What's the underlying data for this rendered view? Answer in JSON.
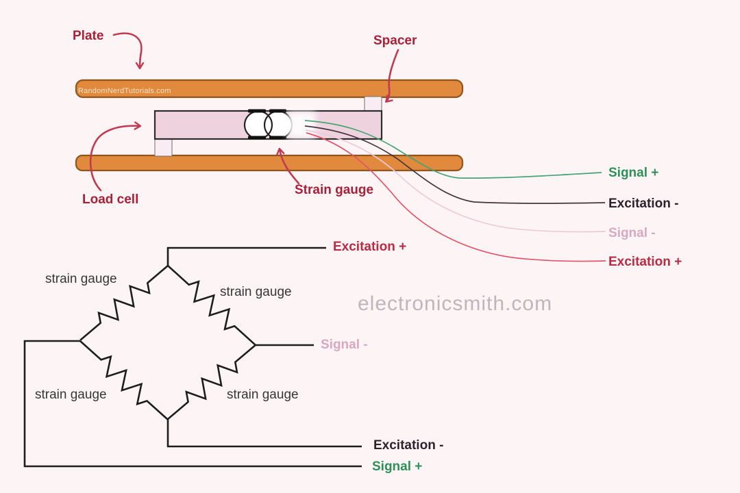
{
  "site_watermark": "electronicsmith.com",
  "load_cell_assembly": {
    "plate_label": "Plate",
    "spacer_label": "Spacer",
    "load_cell_label": "Load cell",
    "strain_gauge_label": "Strain gauge",
    "plate_brand_text": "RandomNerdTutorials.com",
    "wires": [
      {
        "label": "Signal +",
        "color": "#2e8f58"
      },
      {
        "label": "Excitation -",
        "color": "#2a242a"
      },
      {
        "label": "Signal -",
        "color": "#d7a8bf"
      },
      {
        "label": "Excitation +",
        "color": "#ba2a42"
      }
    ]
  },
  "wheatstone_bridge": {
    "resistors": [
      {
        "label": "strain gauge",
        "position": "top-left"
      },
      {
        "label": "strain gauge",
        "position": "top-right"
      },
      {
        "label": "strain gauge",
        "position": "bottom-left"
      },
      {
        "label": "strain gauge",
        "position": "bottom-right"
      }
    ],
    "terminals": [
      {
        "label": "Excitation +",
        "color": "#ba2a42"
      },
      {
        "label": "Signal -",
        "color": "#d7a8bf"
      },
      {
        "label": "Excitation -",
        "color": "#2a242a"
      },
      {
        "label": "Signal +",
        "color": "#2e8f58"
      }
    ]
  },
  "colors": {
    "background": "#fdf4f6",
    "plate_fill": "#e1893c",
    "plate_border": "#8f551d",
    "load_cell_fill": "#eed3df",
    "spacer_fill": "#f9ecf2",
    "annotation_red": "#a82138",
    "arrow_red": "#c23a50",
    "bridge_line": "#1d1d1d",
    "wire_green": "#46a372",
    "wire_dark": "#453439",
    "wire_pink": "#eccbd9",
    "wire_red": "#e15467",
    "watermark_gray": "#bdb7bb"
  }
}
